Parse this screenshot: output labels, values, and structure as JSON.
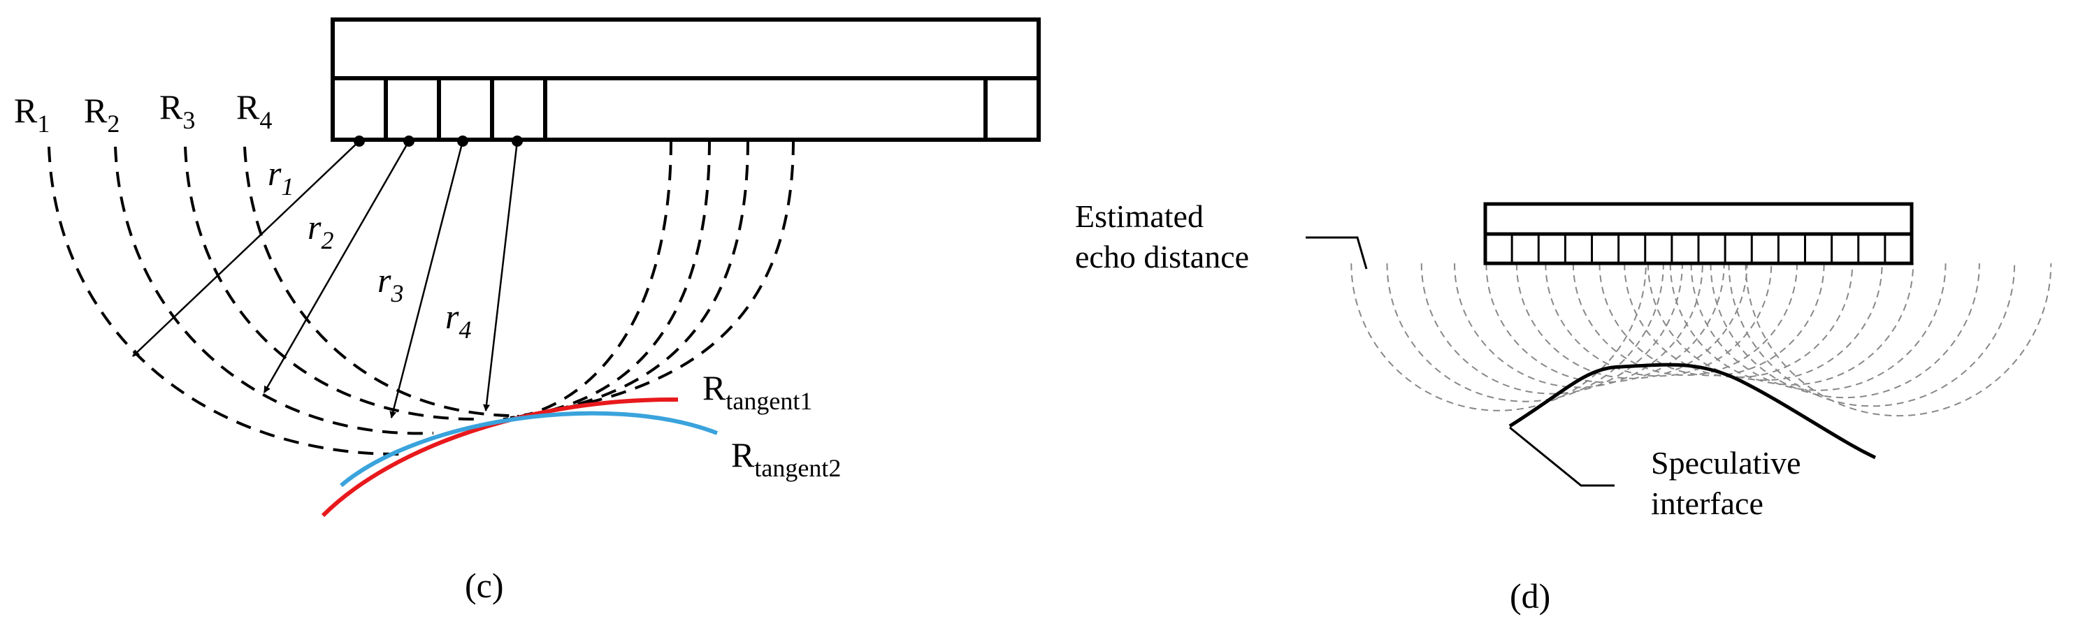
{
  "panel_c": {
    "caption": "(c)",
    "radius_labels": [
      {
        "base": "R",
        "sub": "1"
      },
      {
        "base": "R",
        "sub": "2"
      },
      {
        "base": "R",
        "sub": "3"
      },
      {
        "base": "R",
        "sub": "4"
      }
    ],
    "distance_labels": [
      {
        "base": "r",
        "sub": "1"
      },
      {
        "base": "r",
        "sub": "2"
      },
      {
        "base": "r",
        "sub": "3"
      },
      {
        "base": "r",
        "sub": "4"
      }
    ],
    "tangent_labels": [
      {
        "base": "R",
        "sub": "tangent1",
        "color": "#e8191c"
      },
      {
        "base": "R",
        "sub": "tangent2",
        "color": "#3aa3dc"
      }
    ]
  },
  "panel_d": {
    "caption": "(d)",
    "estimated_label": [
      "Estimated",
      "echo distance"
    ],
    "speculative_label": [
      "Speculative",
      "interface"
    ]
  },
  "colors": {
    "ink": "#000000",
    "tangent1": "#e8191c",
    "tangent2": "#3aa3dc",
    "echo_arcs": "#888888"
  }
}
